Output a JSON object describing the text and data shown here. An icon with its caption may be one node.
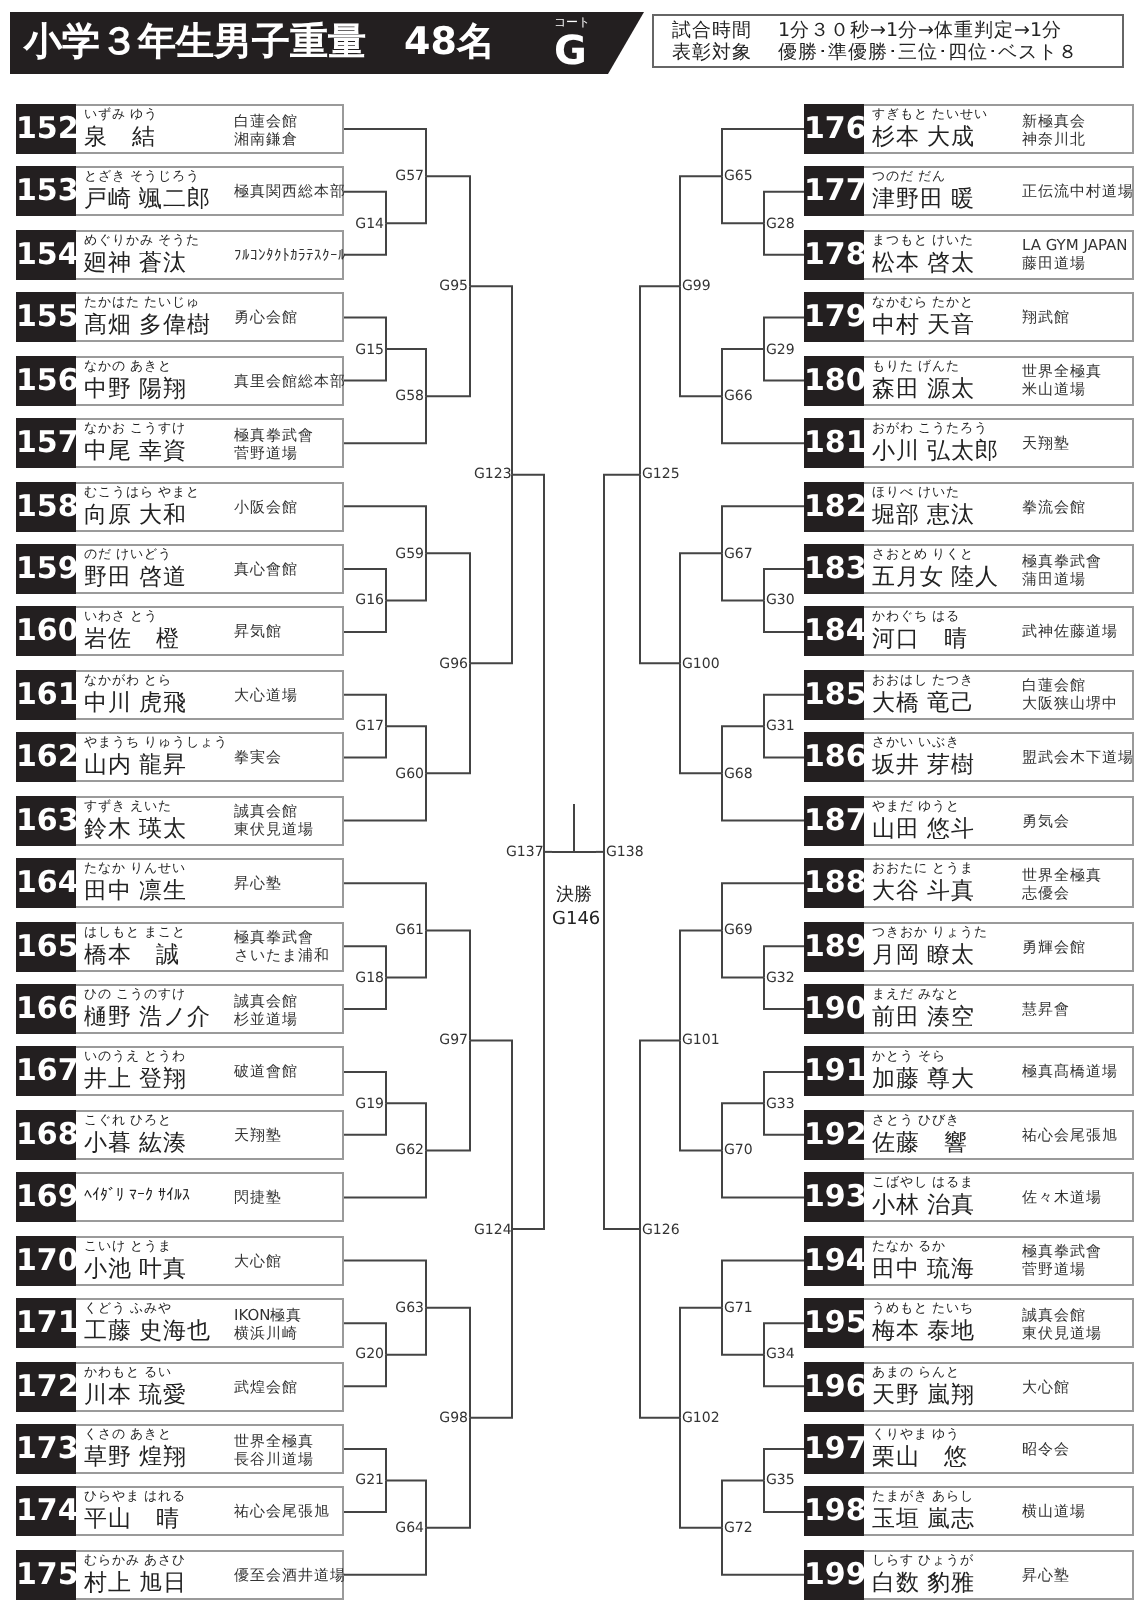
{
  "diagram": {
    "title": "小学３年生男子重量　48名",
    "nodes": [
      {
        "text": [
          "152",
          "いずみ ゆう",
          "泉　結",
          "白蓮会館",
          "湘南鎌倉"
        ]
      },
      {
        "text": [
          "153",
          "とざき そうじろう",
          "戸崎 颯二郎",
          "極真関西総本部"
        ]
      },
      {
        "text": [
          "154",
          "めぐりかみ そうた",
          "廻神 蒼汰",
          "ﾌﾙｺﾝﾀｸﾄｶﾗﾃｽｸｰﾙ"
        ]
      },
      {
        "text": [
          "155",
          "たかはた たいじゅ",
          "髙畑 多偉樹",
          "勇心会館"
        ]
      },
      {
        "text": [
          "156",
          "なかの あきと",
          "中野 陽翔",
          "真里会館総本部"
        ]
      },
      {
        "text": [
          "157",
          "なかお こうすけ",
          "中尾 幸資",
          "極真拳武會",
          "菅野道場"
        ]
      },
      {
        "text": [
          "158",
          "むこうはら やまと",
          "向原 大和",
          "小阪会館"
        ]
      },
      {
        "text": [
          "159",
          "のだ けいどう",
          "野田 啓道",
          "真心會館"
        ]
      },
      {
        "text": [
          "160",
          "いわさ とう",
          "岩佐　橙",
          "昇気館"
        ]
      },
      {
        "text": [
          "161",
          "なかがわ とら",
          "中川 虎飛",
          "大心道場"
        ]
      },
      {
        "text": [
          "162",
          "やまうち りゅうしょう",
          "山内 龍昇",
          "拳実会"
        ]
      },
      {
        "text": [
          "163",
          "すずき えいた",
          "鈴木 瑛太",
          "誠真会館",
          "東伏見道場"
        ]
      },
      {
        "text": [
          "164",
          "たなか りんせい",
          "田中 凛生",
          "昇心塾"
        ]
      },
      {
        "text": [
          "165",
          "はしもと まこと",
          "橋本　誠",
          "極真拳武會",
          "さいたま浦和"
        ]
      },
      {
        "text": [
          "166",
          "ひの こうのすけ",
          "樋野 浩ノ介",
          "誠真会館",
          "杉並道場"
        ]
      },
      {
        "text": [
          "167",
          "いのうえ とうわ",
          "井上 登翔",
          "破道會館"
        ]
      },
      {
        "text": [
          "168",
          "こぐれ ひろと",
          "小暮 紘湊",
          "天翔塾"
        ]
      },
      {
        "text": [
          "169",
          "ﾍｲﾀﾞﾘ ﾏｰｸ ｻｲﾙｽ",
          "閃捷塾"
        ]
      },
      {
        "text": [
          "170",
          "こいけ とうま",
          "小池 叶真",
          "大心館"
        ]
      },
      {
        "text": [
          "171",
          "くどう ふみや",
          "工藤 史海也",
          "IKON極真",
          "横浜川崎"
        ]
      },
      {
        "text": [
          "172",
          "かわもと るい",
          "川本 琉愛",
          "武煌会館"
        ]
      },
      {
        "text": [
          "173",
          "くさの あきと",
          "草野 煌翔",
          "世界全極真",
          "長谷川道場"
        ]
      },
      {
        "text": [
          "174",
          "ひらやま はれる",
          "平山　晴",
          "祐心会尾張旭"
        ]
      },
      {
        "text": [
          "175",
          "むらかみ あさひ",
          "村上 旭日",
          "優至会酒井道場"
        ]
      },
      {
        "text": [
          "176",
          "すぎもと たいせい",
          "杉本 大成",
          "新極真会",
          "神奈川北"
        ]
      },
      {
        "text": [
          "177",
          "つのだ だん",
          "津野田 暖",
          "正伝流中村道場"
        ]
      },
      {
        "text": [
          "178",
          "まつもと けいた",
          "松本 啓太",
          "LA GYM JAPAN",
          "藤田道場"
        ]
      },
      {
        "text": [
          "179",
          "なかむら たかと",
          "中村 天音",
          "翔武館"
        ]
      },
      {
        "text": [
          "180",
          "もりた げんた",
          "森田 源太",
          "世界全極真",
          "米山道場"
        ]
      },
      {
        "text": [
          "181",
          "おがわ こうたろう",
          "小川 弘太郎",
          "天翔塾"
        ]
      },
      {
        "text": [
          "182",
          "ほりべ けいた",
          "堀部 恵汰",
          "拳流会館"
        ]
      },
      {
        "text": [
          "183",
          "さおとめ りくと",
          "五月女 陸人",
          "極真拳武會",
          "蒲田道場"
        ]
      },
      {
        "text": [
          "184",
          "かわぐち はる",
          "河口　晴",
          "武神佐藤道場"
        ]
      },
      {
        "text": [
          "185",
          "おおはし たつき",
          "大橋 竜己",
          "白蓮会館",
          "大阪狭山堺中"
        ]
      },
      {
        "text": [
          "186",
          "さかい いぶき",
          "坂井 芽樹",
          "盟武会木下道場"
        ]
      },
      {
        "text": [
          "187",
          "やまだ ゆうと",
          "山田 悠斗",
          "勇気会"
        ]
      },
      {
        "text": [
          "188",
          "おおたに とうま",
          "大谷 斗真",
          "世界全極真",
          "志優会"
        ]
      },
      {
        "text": [
          "189",
          "つきおか りょうた",
          "月岡 瞭太",
          "勇輝会館"
        ]
      },
      {
        "text": [
          "190",
          "まえだ みなと",
          "前田 湊空",
          "慧昇會"
        ]
      },
      {
        "text": [
          "191",
          "かとう そら",
          "加藤 尊大",
          "極真髙橋道場"
        ]
      },
      {
        "text": [
          "192",
          "さとう ひびき",
          "佐藤　響",
          "祐心会尾張旭"
        ]
      },
      {
        "text": [
          "193",
          "こばやし はるま",
          "小林 治真",
          "佐々木道場"
        ]
      },
      {
        "text": [
          "194",
          "たなか るか",
          "田中 琉海",
          "極真拳武會",
          "菅野道場"
        ]
      },
      {
        "text": [
          "195",
          "うめもと たいち",
          "梅本 泰地",
          "誠真会館",
          "東伏見道場"
        ]
      },
      {
        "text": [
          "196",
          "あまの らんと",
          "天野 嵐翔",
          "大心館"
        ]
      },
      {
        "text": [
          "197",
          "くりやま ゆう",
          "栗山　悠",
          "昭令会"
        ]
      },
      {
        "text": [
          "198",
          "たまがき あらし",
          "玉垣 嵐志",
          "横山道場"
        ]
      },
      {
        "text": [
          "199",
          "しらす ひょうが",
          "白数 豹雅",
          "昇心塾"
        ]
      },
      {
        "text": [
          "G14"
        ]
      },
      {
        "text": [
          "G15"
        ]
      },
      {
        "text": [
          "G16"
        ]
      },
      {
        "text": [
          "G17"
        ]
      },
      {
        "text": [
          "G18"
        ]
      },
      {
        "text": [
          "G19"
        ]
      },
      {
        "text": [
          "G20"
        ]
      },
      {
        "text": [
          "G21"
        ]
      },
      {
        "text": [
          "G28"
        ]
      },
      {
        "text": [
          "G29"
        ]
      },
      {
        "text": [
          "G30"
        ]
      },
      {
        "text": [
          "G31"
        ]
      },
      {
        "text": [
          "G32"
        ]
      },
      {
        "text": [
          "G33"
        ]
      },
      {
        "text": [
          "G34"
        ]
      },
      {
        "text": [
          "G35"
        ]
      },
      {
        "text": [
          "G57"
        ]
      },
      {
        "text": [
          "G58"
        ]
      },
      {
        "text": [
          "G59"
        ]
      },
      {
        "text": [
          "G60"
        ]
      },
      {
        "text": [
          "G61"
        ]
      },
      {
        "text": [
          "G62"
        ]
      },
      {
        "text": [
          "G63"
        ]
      },
      {
        "text": [
          "G64"
        ]
      },
      {
        "text": [
          "G65"
        ]
      },
      {
        "text": [
          "G66"
        ]
      },
      {
        "text": [
          "G67"
        ]
      },
      {
        "text": [
          "G68"
        ]
      },
      {
        "text": [
          "G69"
        ]
      },
      {
        "text": [
          "G70"
        ]
      },
      {
        "text": [
          "G71"
        ]
      },
      {
        "text": [
          "G72"
        ]
      },
      {
        "text": [
          "G95"
        ]
      },
      {
        "text": [
          "G96"
        ]
      },
      {
        "text": [
          "G97"
        ]
      },
      {
        "text": [
          "G98"
        ]
      },
      {
        "text": [
          "G99"
        ]
      },
      {
        "text": [
          "G100"
        ]
      },
      {
        "text": [
          "G101"
        ]
      },
      {
        "text": [
          "G102"
        ]
      },
      {
        "text": [
          "G123"
        ]
      },
      {
        "text": [
          "G124"
        ]
      },
      {
        "text": [
          "G125"
        ]
      },
      {
        "text": [
          "G126"
        ]
      },
      {
        "text": [
          "G137"
        ]
      },
      {
        "text": [
          "G138"
        ]
      },
      {
        "text": [
          "決勝 G146"
        ]
      }
    ],
    "edges": [
      {
        "from": 1,
        "to": 48,
        "arrow": "none"
      },
      {
        "from": 2,
        "to": 48,
        "arrow": "none"
      },
      {
        "from": 0,
        "to": 64,
        "arrow": "none"
      },
      {
        "from": 48,
        "to": 64,
        "arrow": "none"
      },
      {
        "from": 3,
        "to": 49,
        "arrow": "none"
      },
      {
        "from": 4,
        "to": 49,
        "arrow": "none"
      },
      {
        "from": 49,
        "to": 65,
        "arrow": "none"
      },
      {
        "from": 5,
        "to": 65,
        "arrow": "none"
      },
      {
        "from": 7,
        "to": 50,
        "arrow": "none"
      },
      {
        "from": 8,
        "to": 50,
        "arrow": "none"
      },
      {
        "from": 6,
        "to": 66,
        "arrow": "none"
      },
      {
        "from": 50,
        "to": 66,
        "arrow": "none"
      },
      {
        "from": 9,
        "to": 51,
        "arrow": "none"
      },
      {
        "from": 10,
        "to": 51,
        "arrow": "none"
      },
      {
        "from": 51,
        "to": 67,
        "arrow": "none"
      },
      {
        "from": 11,
        "to": 67,
        "arrow": "none"
      },
      {
        "from": 13,
        "to": 52,
        "arrow": "none"
      },
      {
        "from": 14,
        "to": 52,
        "arrow": "none"
      },
      {
        "from": 12,
        "to": 68,
        "arrow": "none"
      },
      {
        "from": 52,
        "to": 68,
        "arrow": "none"
      },
      {
        "from": 15,
        "to": 53,
        "arrow": "none"
      },
      {
        "from": 16,
        "to": 53,
        "arrow": "none"
      },
      {
        "from": 53,
        "to": 69,
        "arrow": "none"
      },
      {
        "from": 17,
        "to": 69,
        "arrow": "none"
      },
      {
        "from": 19,
        "to": 54,
        "arrow": "none"
      },
      {
        "from": 20,
        "to": 54,
        "arrow": "none"
      },
      {
        "from": 18,
        "to": 70,
        "arrow": "none"
      },
      {
        "from": 54,
        "to": 70,
        "arrow": "none"
      },
      {
        "from": 21,
        "to": 55,
        "arrow": "none"
      },
      {
        "from": 22,
        "to": 55,
        "arrow": "none"
      },
      {
        "from": 55,
        "to": 71,
        "arrow": "none"
      },
      {
        "from": 23,
        "to": 71,
        "arrow": "none"
      },
      {
        "from": 25,
        "to": 56,
        "arrow": "none"
      },
      {
        "from": 26,
        "to": 56,
        "arrow": "none"
      },
      {
        "from": 24,
        "to": 72,
        "arrow": "none"
      },
      {
        "from": 56,
        "to": 72,
        "arrow": "none"
      },
      {
        "from": 27,
        "to": 57,
        "arrow": "none"
      },
      {
        "from": 28,
        "to": 57,
        "arrow": "none"
      },
      {
        "from": 57,
        "to": 73,
        "arrow": "none"
      },
      {
        "from": 29,
        "to": 73,
        "arrow": "none"
      },
      {
        "from": 31,
        "to": 58,
        "arrow": "none"
      },
      {
        "from": 32,
        "to": 58,
        "arrow": "none"
      },
      {
        "from": 30,
        "to": 74,
        "arrow": "none"
      },
      {
        "from": 58,
        "to": 74,
        "arrow": "none"
      },
      {
        "from": 33,
        "to": 59,
        "arrow": "none"
      },
      {
        "from": 34,
        "to": 59,
        "arrow": "none"
      },
      {
        "from": 59,
        "to": 75,
        "arrow": "none"
      },
      {
        "from": 35,
        "to": 75,
        "arrow": "none"
      },
      {
        "from": 37,
        "to": 60,
        "arrow": "none"
      },
      {
        "from": 38,
        "to": 60,
        "arrow": "none"
      },
      {
        "from": 36,
        "to": 76,
        "arrow": "none"
      },
      {
        "from": 60,
        "to": 76,
        "arrow": "none"
      },
      {
        "from": 39,
        "to": 61,
        "arrow": "none"
      },
      {
        "from": 40,
        "to": 61,
        "arrow": "none"
      },
      {
        "from": 61,
        "to": 77,
        "arrow": "none"
      },
      {
        "from": 41,
        "to": 77,
        "arrow": "none"
      },
      {
        "from": 43,
        "to": 62,
        "arrow": "none"
      },
      {
        "from": 44,
        "to": 62,
        "arrow": "none"
      },
      {
        "from": 42,
        "to": 78,
        "arrow": "none"
      },
      {
        "from": 62,
        "to": 78,
        "arrow": "none"
      },
      {
        "from": 45,
        "to": 63,
        "arrow": "none"
      },
      {
        "from": 46,
        "to": 63,
        "arrow": "none"
      },
      {
        "from": 63,
        "to": 79,
        "arrow": "none"
      },
      {
        "from": 47,
        "to": 79,
        "arrow": "none"
      },
      {
        "from": 64,
        "to": 80,
        "arrow": "none"
      },
      {
        "from": 65,
        "to": 80,
        "arrow": "none"
      },
      {
        "from": 66,
        "to": 81,
        "arrow": "none"
      },
      {
        "from": 67,
        "to": 81,
        "arrow": "none"
      },
      {
        "from": 68,
        "to": 82,
        "arrow": "none"
      },
      {
        "from": 69,
        "to": 82,
        "arrow": "none"
      },
      {
        "from": 70,
        "to": 83,
        "arrow": "none"
      },
      {
        "from": 71,
        "to": 83,
        "arrow": "none"
      },
      {
        "from": 72,
        "to": 84,
        "arrow": "none"
      },
      {
        "from": 73,
        "to": 84,
        "arrow": "none"
      },
      {
        "from": 74,
        "to": 85,
        "arrow": "none"
      },
      {
        "from": 75,
        "to": 85,
        "arrow": "none"
      },
      {
        "from": 76,
        "to": 86,
        "arrow": "none"
      },
      {
        "from": 77,
        "to": 86,
        "arrow": "none"
      },
      {
        "from": 78,
        "to": 87,
        "arrow": "none"
      },
      {
        "from": 79,
        "to": 87,
        "arrow": "none"
      },
      {
        "from": 80,
        "to": 88,
        "arrow": "none"
      },
      {
        "from": 81,
        "to": 88,
        "arrow": "none"
      },
      {
        "from": 82,
        "to": 89,
        "arrow": "none"
      },
      {
        "from": 83,
        "to": 89,
        "arrow": "none"
      },
      {
        "from": 84,
        "to": 90,
        "arrow": "none"
      },
      {
        "from": 85,
        "to": 90,
        "arrow": "none"
      },
      {
        "from": 86,
        "to": 91,
        "arrow": "none"
      },
      {
        "from": 87,
        "to": 91,
        "arrow": "none"
      },
      {
        "from": 88,
        "to": 92,
        "arrow": "none"
      },
      {
        "from": 89,
        "to": 92,
        "arrow": "none"
      },
      {
        "from": 90,
        "to": 93,
        "arrow": "none"
      },
      {
        "from": 91,
        "to": 93,
        "arrow": "none"
      },
      {
        "from": 92,
        "to": 94,
        "arrow": "none"
      },
      {
        "from": 93,
        "to": 94,
        "arrow": "none"
      }
    ],
    "labels": [
      "コート",
      "G",
      "試合時間",
      "1分３０秒→1分→体重判定→1分",
      "表彰対象",
      "優勝･準優勝･三位･四位･ベスト８"
    ]
  }
}
